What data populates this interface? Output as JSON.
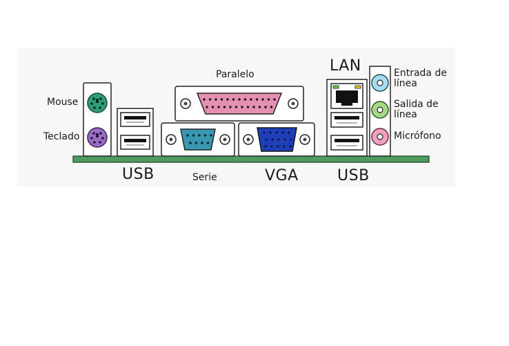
{
  "labels": {
    "mouse": "Mouse",
    "keyboard": "Teclado",
    "usb_left": "USB",
    "parallel": "Paralelo",
    "serial": "Serie",
    "vga": "VGA",
    "lan": "LAN",
    "usb_right": "USB",
    "line_in": "Entrada de línea",
    "line_out": "Salida de línea",
    "microphone": "Micrófono"
  },
  "colors": {
    "mouse_port": "#2e9c7a",
    "keyboard_port": "#9a6cc4",
    "parallel_port": "#e58fb3",
    "serial_port": "#3a97b0",
    "vga_port": "#1f3fb8",
    "line_in_jack": "#a8dcef",
    "line_out_jack": "#a7d98b",
    "mic_jack": "#f1a0c0",
    "board": "#4f9a5c",
    "lan_led_left": "#6ccb3c",
    "lan_led_right": "#e6c630"
  }
}
